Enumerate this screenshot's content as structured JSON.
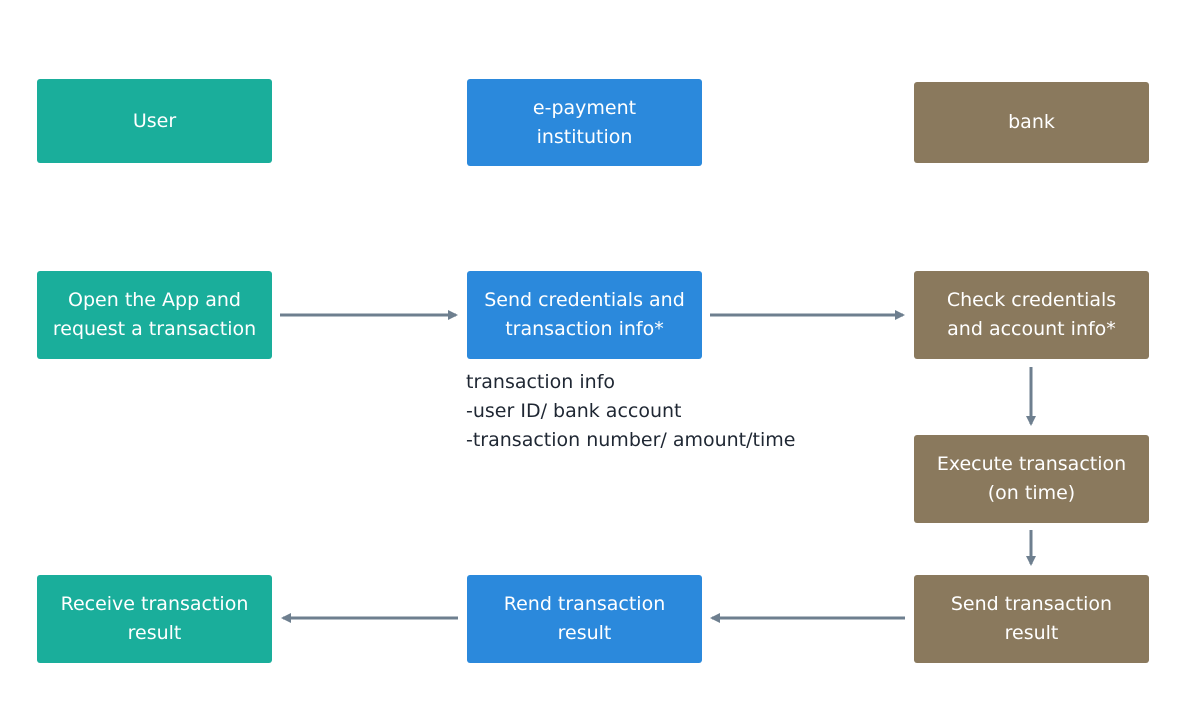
{
  "lanes": {
    "user": "User",
    "epay": "e-payment\ninstitution",
    "bank": "bank"
  },
  "steps": {
    "open_app": "Open the App and\nrequest a transaction",
    "send_credentials": "Send credentials and\ntransaction info*",
    "check_credentials": "Check credentials\nand account info*",
    "execute": "Execute transaction\n(on time)",
    "bank_send_result": "Send transaction\nresult",
    "rend_result": "Rend transaction\nresult",
    "receive_result": "Receive transaction\nresult"
  },
  "note": {
    "title": "transaction info",
    "line1": "-user ID/ bank account",
    "line2": "-transaction number/ amount/time"
  },
  "colors": {
    "user": "#1aae9b",
    "epay": "#2b89dc",
    "bank": "#8a795d",
    "arrow": "#6e7f8f"
  }
}
